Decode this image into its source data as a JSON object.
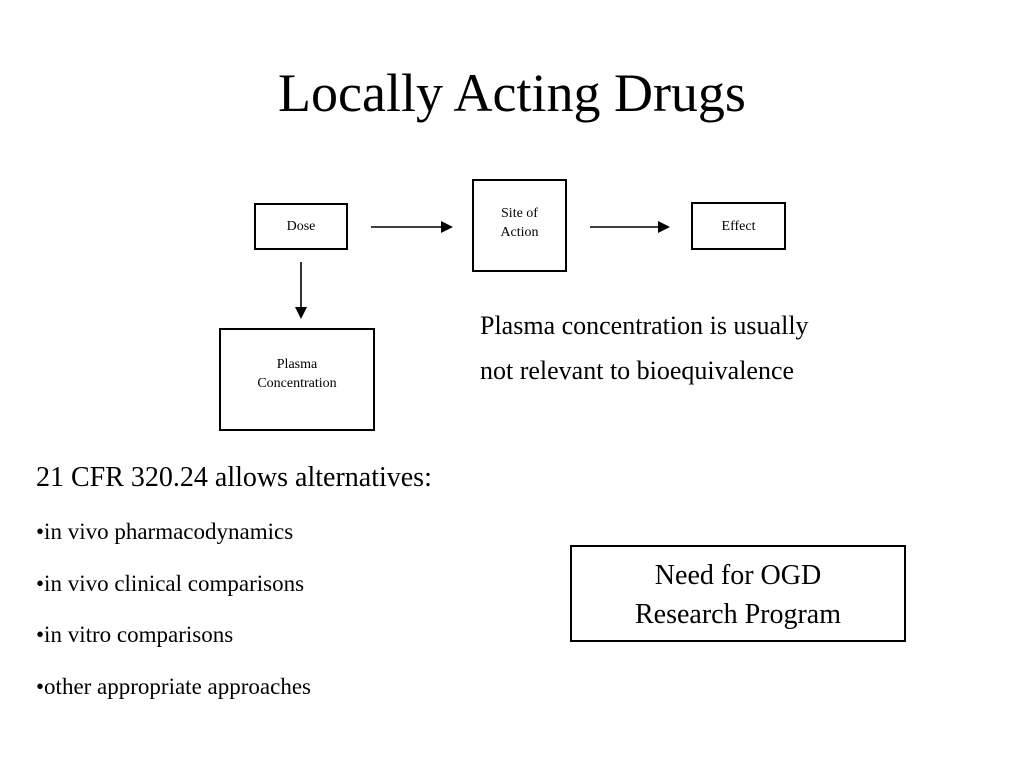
{
  "slide": {
    "title": "Locally Acting Drugs",
    "diagram": {
      "dose": "Dose",
      "site_line1": "Site of",
      "site_line2": "Action",
      "effect": "Effect",
      "plasma_line1": "Plasma",
      "plasma_line2": "Concentration"
    },
    "note": "Plasma concentration is usually not relevant to bioequivalence",
    "cfr": {
      "heading": "21 CFR 320.24 allows alternatives:",
      "items": [
        "•in vivo pharmacodynamics",
        "•in vivo clinical comparisons",
        "•in vitro comparisons",
        "•other appropriate approaches"
      ]
    },
    "need_box": {
      "line1": "Need for OGD",
      "line2": "Research Program"
    }
  }
}
